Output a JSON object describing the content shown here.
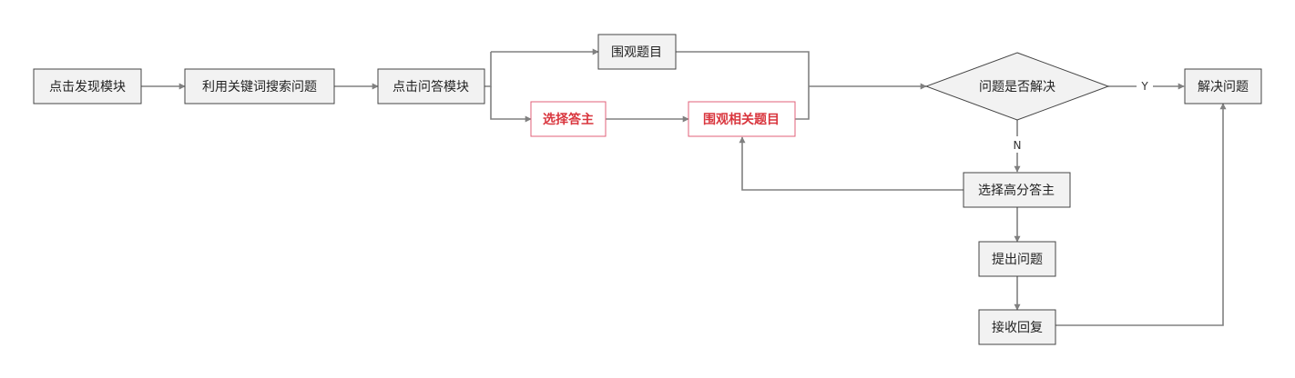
{
  "nodes": {
    "discover": "点击发现模块",
    "keyword_search": "利用关键词搜索问题",
    "qa_module": "点击问答模块",
    "browse_topics": "围观题目",
    "choose_answerer": "选择答主",
    "browse_related": "围观相关题目",
    "resolved_decision": "问题是否解决",
    "solve": "解决问题",
    "choose_high_score": "选择高分答主",
    "ask_question": "提出问题",
    "receive_reply": "接收回复"
  },
  "edge_labels": {
    "yes": "Y",
    "no": "N"
  },
  "colors": {
    "highlight_text": "#d9363e",
    "highlight_border": "#e0607a",
    "connector": "#808080"
  }
}
